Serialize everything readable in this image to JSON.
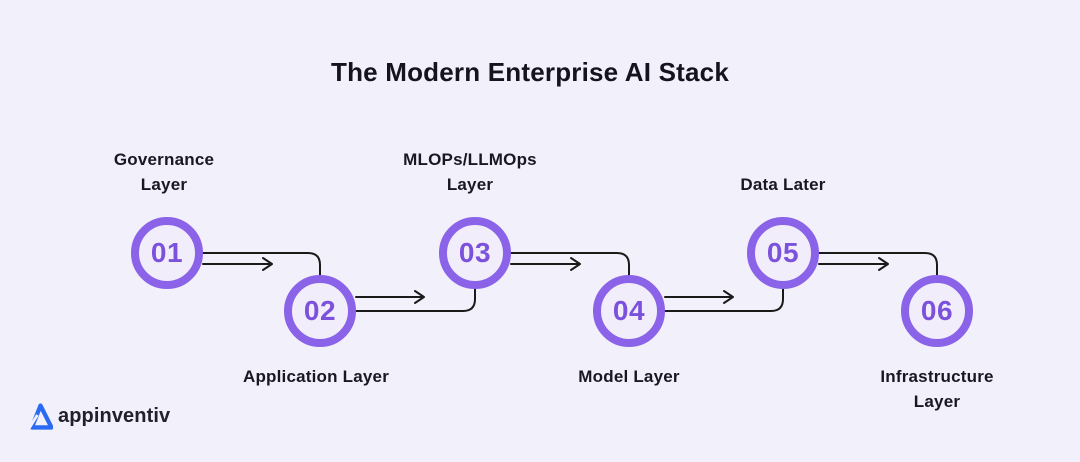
{
  "title": "The Modern Enterprise AI Stack",
  "steps": [
    {
      "number": "01",
      "label": "Governance Layer",
      "lines": [
        "Governance",
        "Layer"
      ],
      "label_position": "top"
    },
    {
      "number": "02",
      "label": "Application Layer",
      "lines": [
        "Application Layer"
      ],
      "label_position": "bottom"
    },
    {
      "number": "03",
      "label": "MLOPs/LLMOps Layer",
      "lines": [
        "MLOPs/LLMOps",
        "Layer"
      ],
      "label_position": "top"
    },
    {
      "number": "04",
      "label": "Model Layer",
      "lines": [
        "Model Layer"
      ],
      "label_position": "bottom"
    },
    {
      "number": "05",
      "label": "Data Later",
      "lines": [
        "Data Later"
      ],
      "label_position": "top"
    },
    {
      "number": "06",
      "label": "Infrastructure Layer",
      "lines": [
        "Infrastructure",
        "Layer"
      ],
      "label_position": "bottom"
    }
  ],
  "brand": {
    "name": "appinventiv",
    "logo_icon": "appinventiv-triangle-logo"
  },
  "colors": {
    "background": "#F2F0FB",
    "circle_ring": "#8A63E9",
    "circle_fill": "#F1EDFB",
    "circle_number": "#7C52DC",
    "connector_line": "#1A1A1A",
    "text": "#191723",
    "logo_blue": "#2B6BF3"
  }
}
